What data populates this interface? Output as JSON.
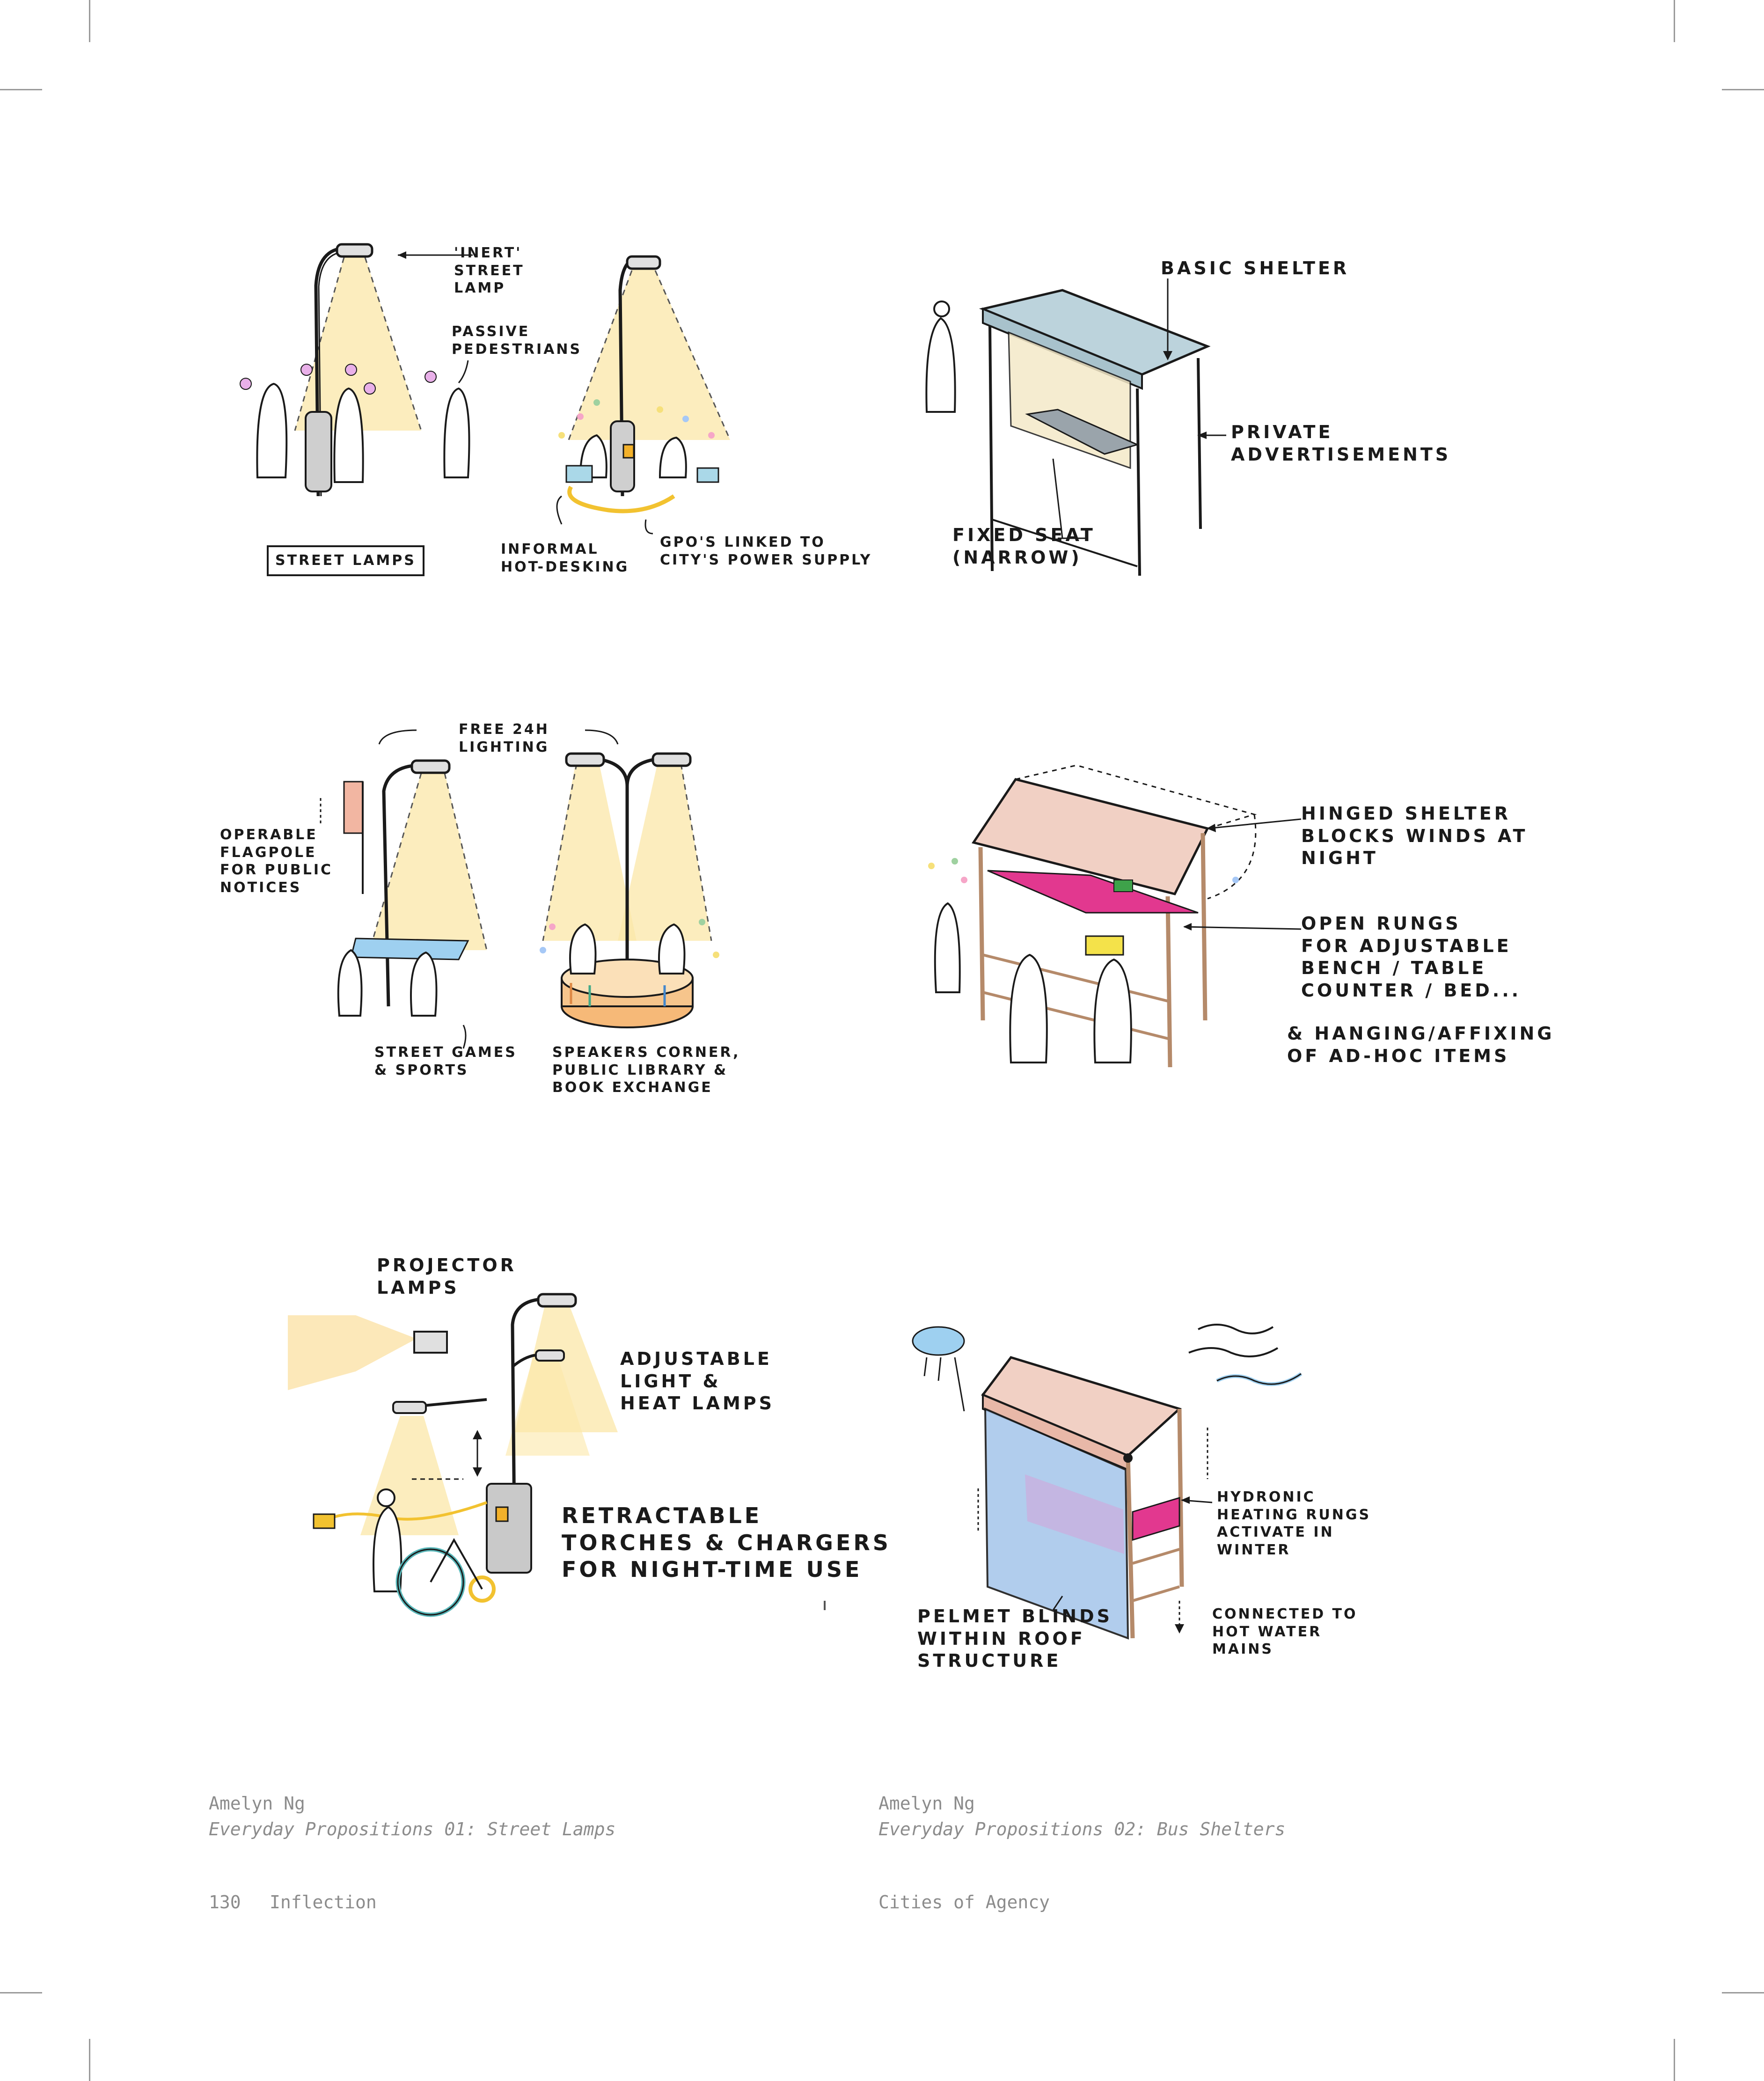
{
  "lamps_1": {
    "inert_street_lamp": "'INERT'\nSTREET\nLAMP",
    "passive_pedestrians": "PASSIVE\nPEDESTRIANS",
    "street_lamps": "STREET LAMPS",
    "informal_hot_desking": "INFORMAL\nHOT-DESKING",
    "gpos_linked": "GPO'S LINKED TO\nCITY'S POWER SUPPLY"
  },
  "shelter_1": {
    "basic_shelter": "BASIC SHELTER",
    "private_ads": "PRIVATE\nADVERTISEMENTS",
    "fixed_seat": "FIXED SEAT\n(NARROW)"
  },
  "lamps_2": {
    "free_lighting": "FREE 24h\nLIGHTING",
    "operable_flagpole": "OPERABLE\nFLAGPOLE\nFOR PUBLIC\nNOTICES",
    "street_games": "STREET GAMES\n& SPORTS",
    "speakers_corner": "SPEAKERS CORNER,\nPUBLIC LIBRARY &\nBOOK EXCHANGE"
  },
  "shelter_2": {
    "hinged_shelter": "HINGED SHELTER\nBLOCKS WINDS AT\nNIGHT",
    "open_rungs": "OPEN RUNGS\nFOR ADJUSTABLE\nBENCH / TABLE\nCOUNTER / BED...",
    "hanging": "& HANGING/AFFIXING\nOF AD-HOC ITEMS"
  },
  "lamps_3": {
    "projector_lamps": "PROJECTOR\nLAMPS",
    "adjustable_light": "ADJUSTABLE\nLIGHT &\nHEAT LAMPS",
    "retractable": "RETRACTABLE\nTORCHES & CHARGERS\nFOR NIGHT-TIME USE"
  },
  "shelter_3": {
    "hydronic": "HYDRONIC\nHEATING RUNGS\nACTIVATE IN\nWINTER",
    "connected": "CONNECTED TO\nHOT WATER\nMAINS",
    "pelmet": "PELMET BLINDS\nWITHIN ROOF\nSTRUCTURE"
  },
  "credits": {
    "left_author": "Amelyn Ng",
    "left_title": "Everyday Propositions 01: Street Lamps",
    "right_author": "Amelyn Ng",
    "right_title": "Everyday Propositions 02: Bus Shelters"
  },
  "footer": {
    "page_number": "130",
    "left_section": "Inflection",
    "right_section": "Cities of Agency"
  },
  "colors": {
    "light_cone": "#fbe7a8",
    "shelter_blue": "#bcd3dc",
    "shelter_pink": "#f1d0c4",
    "bench_magenta": "#e2388f",
    "blind_blue": "#a9c8ec",
    "bike_teal": "#58b7b9",
    "ink": "#1a1a1a",
    "caption_grey": "#8c8c8c"
  }
}
